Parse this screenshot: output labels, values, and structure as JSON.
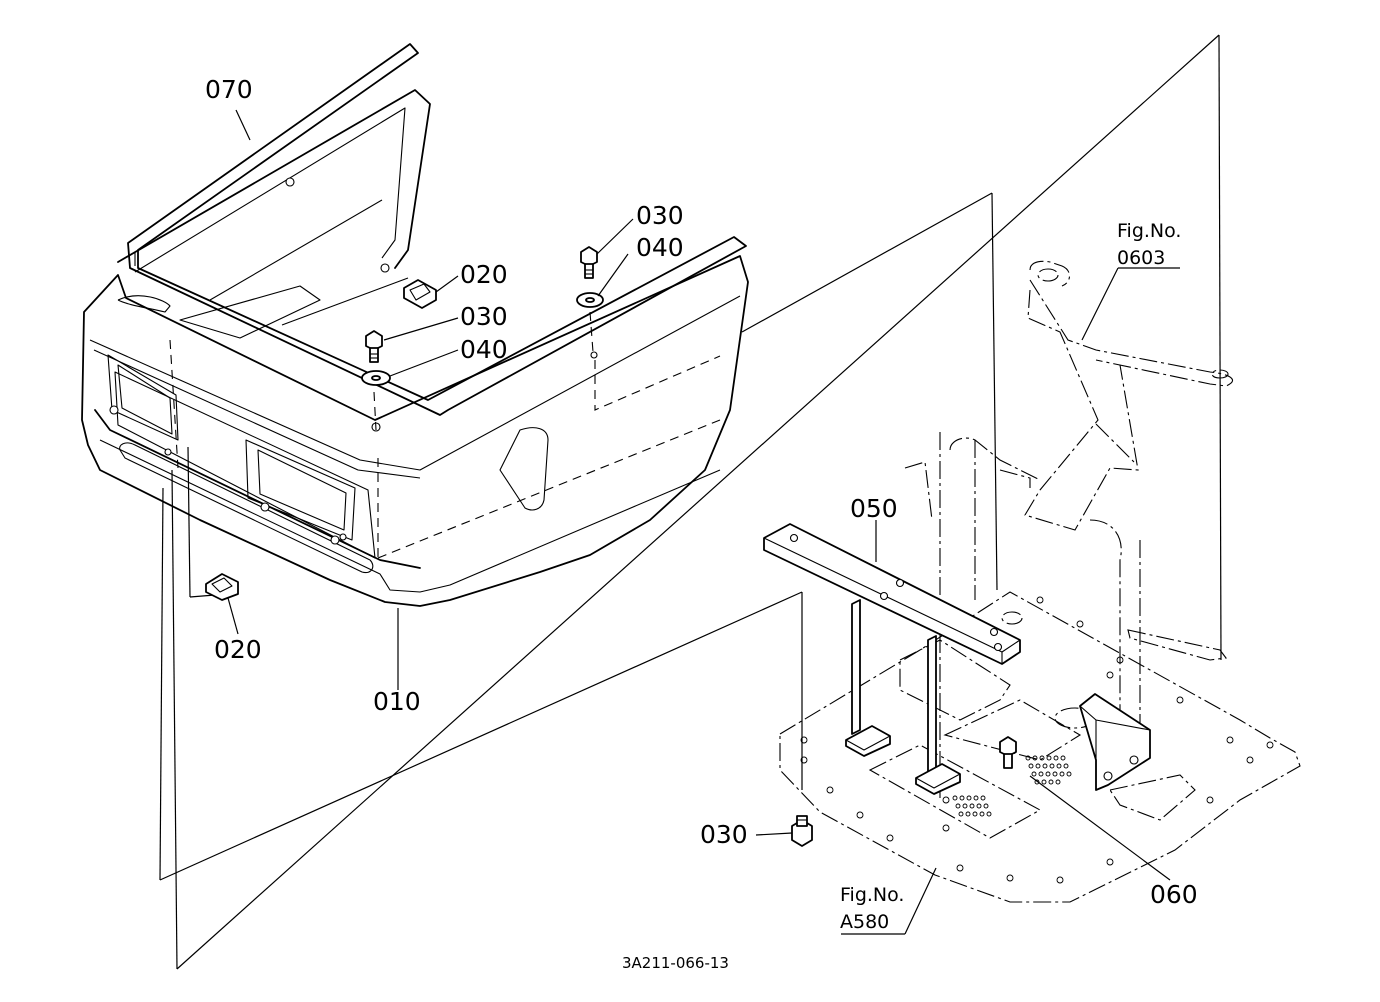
{
  "callouts": {
    "c070": "070",
    "c020_top": "020",
    "c030_a": "030",
    "c040_a": "040",
    "c030_b": "030",
    "c040_b": "040",
    "c020_bottom": "020",
    "c010": "010",
    "c050": "050",
    "c030_c": "030",
    "c060": "060"
  },
  "figure_refs": {
    "ref_0603_title": "Fig.No.",
    "ref_0603_code": "0603",
    "ref_a580_title": "Fig.No.",
    "ref_a580_code": "A580"
  },
  "drawing_code": "3A211-066-13"
}
